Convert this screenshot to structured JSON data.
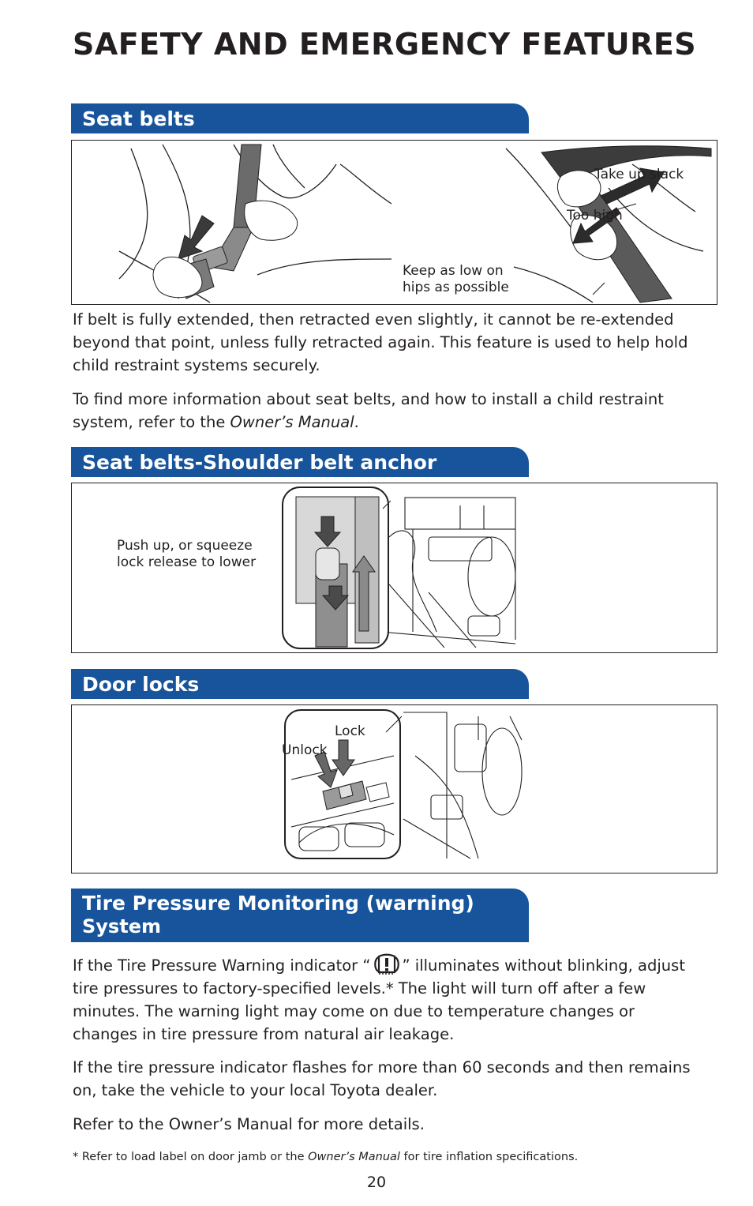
{
  "page": {
    "title": "SAFETY AND EMERGENCY FEATURES",
    "page_number": "20"
  },
  "seat_belts": {
    "header": "Seat belts",
    "callouts": {
      "take_up_slack": "Take up slack",
      "too_high": "Too high",
      "keep_low": "Keep as low on\nhips as possible"
    },
    "paragraph1": "If belt is fully extended, then retracted even slightly, it cannot be re-extended beyond that point, unless fully retracted again. This feature is used to help hold child restraint systems securely.",
    "paragraph2_before": "To find more information about seat belts, and how to install a child restraint system, refer to the ",
    "paragraph2_italic": "Owner’s Manual",
    "paragraph2_after": "."
  },
  "shoulder_anchor": {
    "header": "Seat belts-Shoulder belt anchor",
    "callout": "Push up, or squeeze\nlock release to lower"
  },
  "door_locks": {
    "header": "Door locks",
    "callouts": {
      "lock": "Lock",
      "unlock": "Unlock"
    }
  },
  "tpms": {
    "header_line1": "Tire Pressure Monitoring (warning)",
    "header_line2": "System",
    "paragraph1_before": "If the Tire Pressure Warning indicator “",
    "paragraph1_after": "” illuminates without blinking, adjust tire pressures to factory-specified levels.* The light will turn off after a few minutes. The warning light may come on due to temperature changes or changes in tire pressure from natural air leakage.",
    "indicator_icon": "tire-pressure-warning-icon",
    "paragraph2": "If the tire pressure indicator flashes for more than 60 seconds and then remains on, take the vehicle to your local Toyota dealer.",
    "paragraph3": "Refer to the Owner’s Manual for more details."
  },
  "footnote": {
    "before": "* Refer to load label on door jamb or the ",
    "italic": "Owner’s Manual",
    "after": " for tire inflation specifications."
  },
  "colors": {
    "header_blue": "#17549b",
    "text": "#231f20"
  }
}
